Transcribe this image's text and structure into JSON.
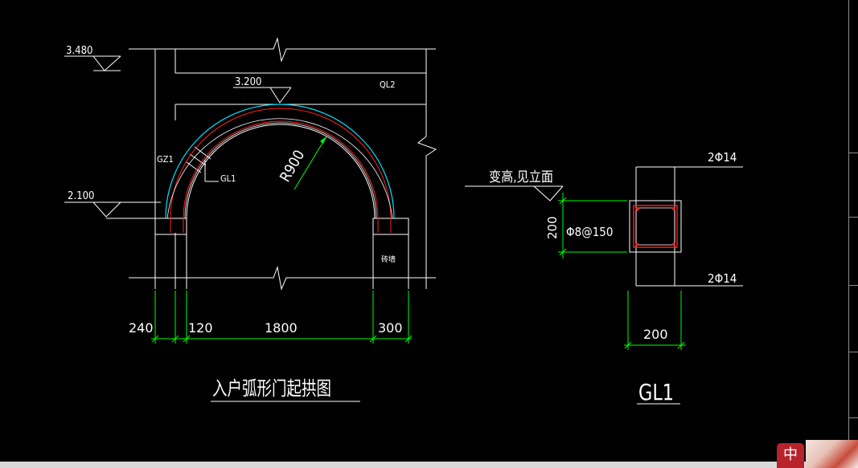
{
  "arch": {
    "elev_top": "3.480",
    "elev_crown": "3.200",
    "elev_spring": "2.100",
    "beam_label": "QL2",
    "column_label": "GZ1",
    "lintel_label": "GL1",
    "radius_label": "R900",
    "wall_note": "砖墙",
    "dims": [
      "240",
      "120",
      "1800",
      "300"
    ],
    "title": "入户弧形门起拱图"
  },
  "section": {
    "note": "变高,见立面",
    "top_bars": "2Φ14",
    "bottom_bars": "2Φ14",
    "stirrup": "Φ8@150",
    "height_dim": "200",
    "width_dim": "200",
    "title": "GL1"
  },
  "ui": {
    "ime_label": "中"
  },
  "colors": {
    "background": "#000000",
    "line": "#ffffff",
    "dimension": "#00ff00",
    "rebar": "#ff2020",
    "arch_outline": "#00e5ff"
  }
}
